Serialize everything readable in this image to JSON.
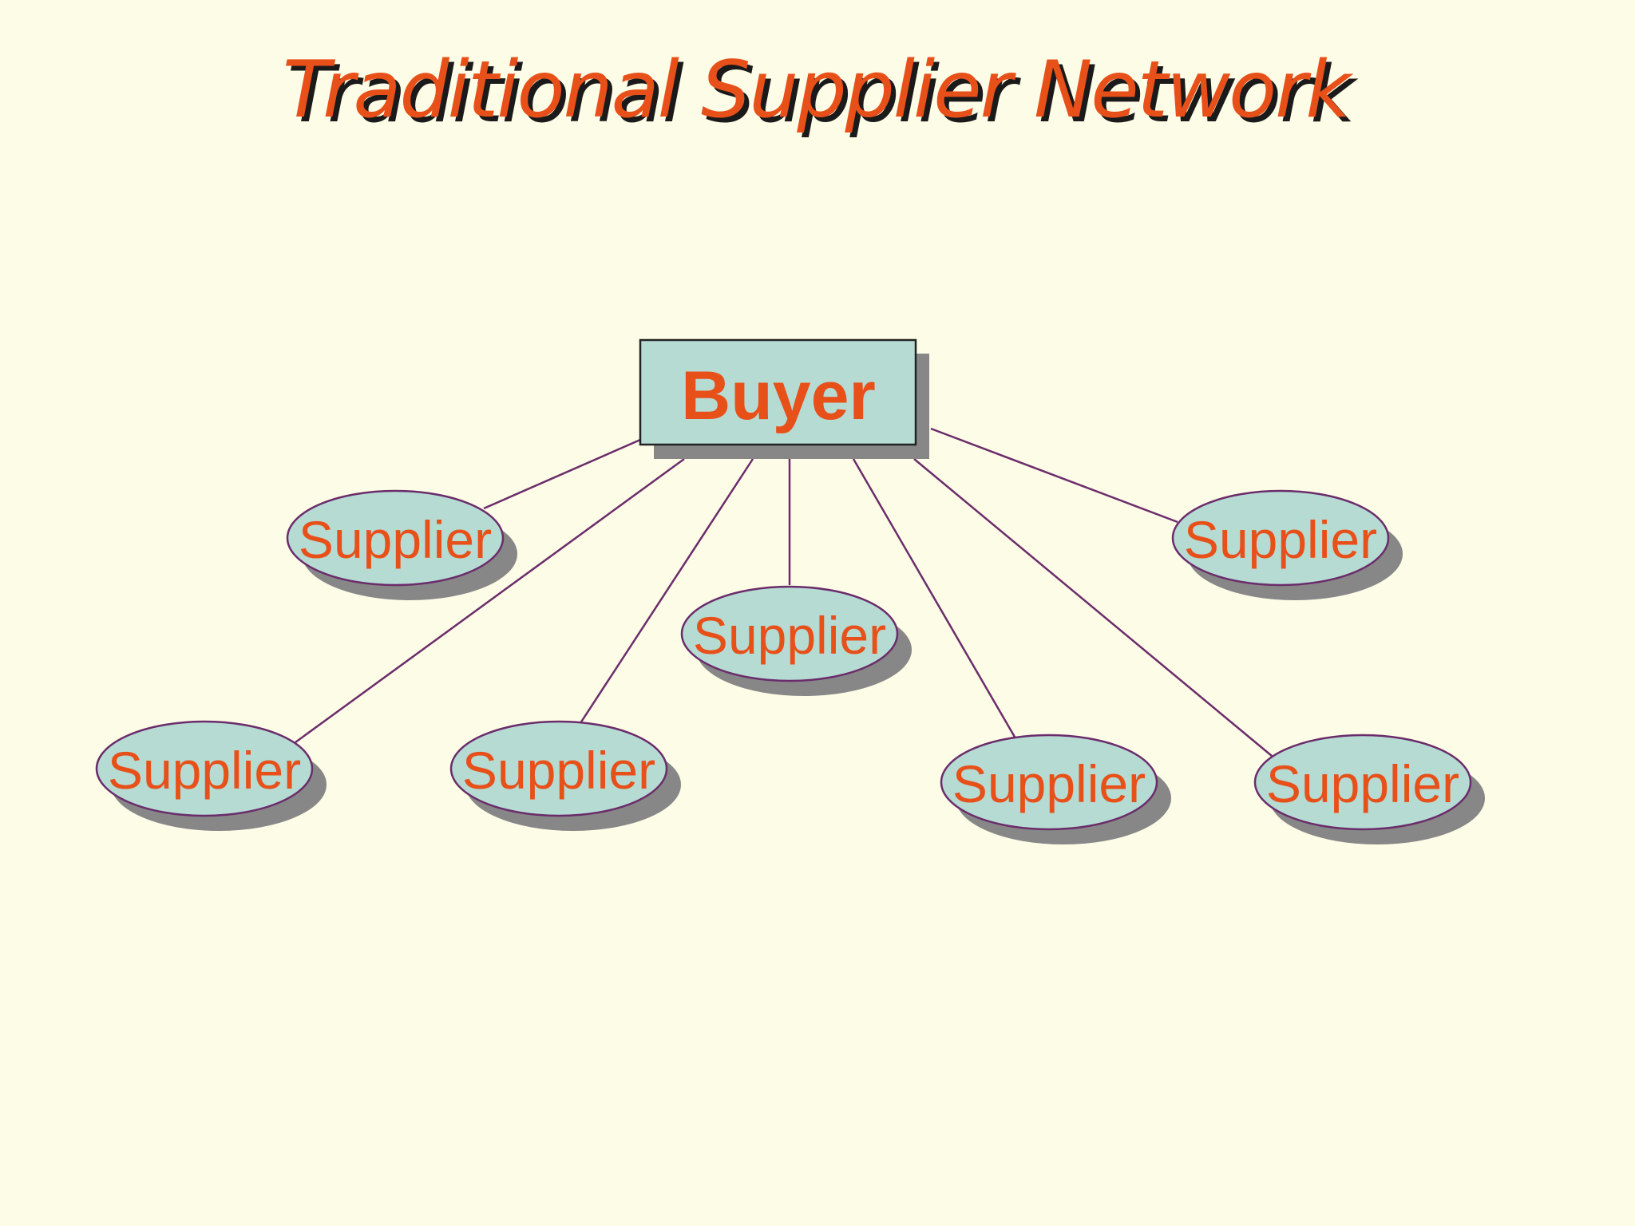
{
  "slide": {
    "title": "Traditional Supplier Network"
  },
  "diagram": {
    "hub": {
      "label": "Buyer"
    },
    "nodes": [
      {
        "label": "Supplier"
      },
      {
        "label": "Supplier"
      },
      {
        "label": "Supplier"
      },
      {
        "label": "Supplier"
      },
      {
        "label": "Supplier"
      },
      {
        "label": "Supplier"
      },
      {
        "label": "Supplier"
      }
    ]
  },
  "colors": {
    "background": "#FDFCE6",
    "title_text": "#E8501A",
    "title_shadow": "#1A1A1A",
    "label_text": "#E8501A",
    "shape_fill": "#B5DBD3",
    "shape_shadow": "#878787",
    "box_border": "#222222",
    "ellipse_border": "#6B2C6B",
    "connector": "#6B2C6B"
  }
}
